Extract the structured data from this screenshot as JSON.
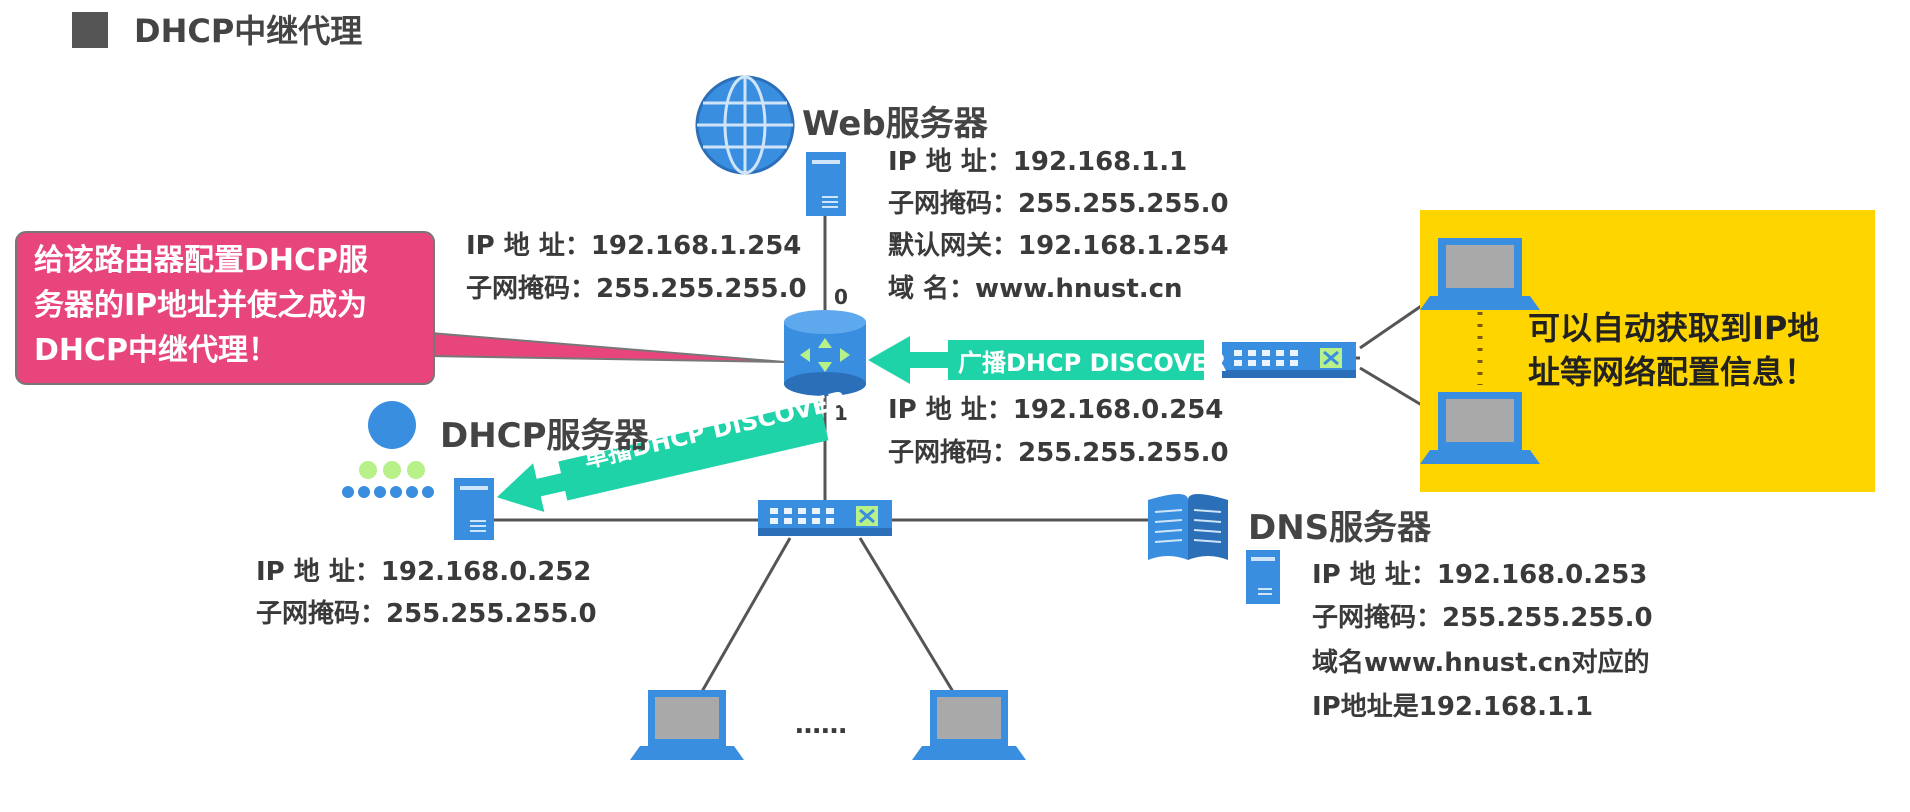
{
  "title": "DHCP中继代理",
  "web_server": {
    "name": "Web服务器",
    "lines": [
      "IP 地  址：192.168.1.1",
      "子网掩码：255.255.255.0",
      "默认网关：192.168.1.254",
      "域      名：www.hnust.cn"
    ]
  },
  "router": {
    "if0_label": "0",
    "if1_label": "1",
    "if0_lines": [
      "IP 地  址：192.168.1.254",
      "子网掩码：255.255.255.0"
    ],
    "if1_lines": [
      "IP 地  址：192.168.0.254",
      "子网掩码：255.255.255.0"
    ]
  },
  "callout": {
    "lines": [
      "给该路由器配置DHCP服",
      "务器的IP地址并使之成为",
      "DHCP中继代理！"
    ]
  },
  "dhcp_server": {
    "name": "DHCP服务器",
    "lines": [
      "IP 地  址：192.168.0.252",
      "子网掩码：255.255.255.0"
    ]
  },
  "dns_server": {
    "name": "DNS服务器",
    "lines": [
      "IP 地  址：192.168.0.253",
      "子网掩码：255.255.255.0",
      "域名www.hnust.cn对应的",
      "IP地址是192.168.1.1"
    ]
  },
  "arrows": {
    "broadcast": "广播DHCP DISCOVER",
    "unicast": "单播DHCP DISCOVER"
  },
  "yellow_note": {
    "lines": [
      "可以自动获取到IP地",
      "址等网络配置信息！"
    ]
  },
  "bottom_ellipsis": "……",
  "colors": {
    "accent_blue": "#3a8ee0",
    "arrow_green": "#1fd3a8",
    "callout_pink": "#e8457d",
    "note_yellow": "#ffd500"
  }
}
